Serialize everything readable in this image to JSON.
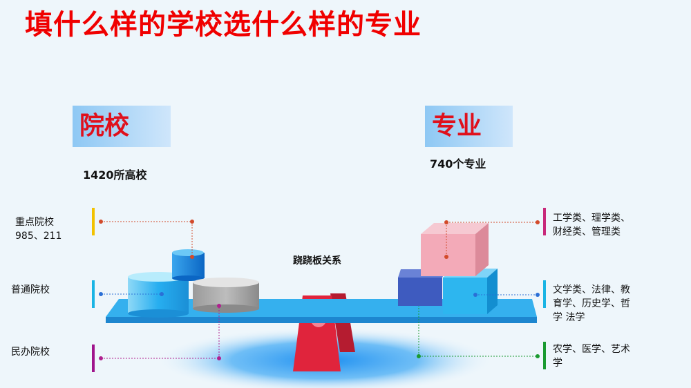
{
  "title": "填什么样的学校选什么样的专业",
  "left_panel": {
    "heading": "院校",
    "count": "1420所高校",
    "items": [
      {
        "line1": "重点院校",
        "line2": "985、211",
        "color": "#f2c200"
      },
      {
        "line1": "普通院校",
        "line2": "",
        "color": "#19b4e4"
      },
      {
        "line1": "民办院校",
        "line2": "",
        "color": "#a0148c"
      }
    ]
  },
  "right_panel": {
    "heading": "专业",
    "count": "740个专业",
    "items": [
      {
        "line1": "工学类、理学类、",
        "line2": "财经类、管理类",
        "line3": "",
        "color": "#c8287a"
      },
      {
        "line1": "文学类、法律、教",
        "line2": "育学、历史学、哲",
        "line3": "学 法学",
        "color": "#19b4e4"
      },
      {
        "line1": "农学、医学、艺术",
        "line2": "学",
        "line3": "",
        "color": "#1a9a30"
      }
    ]
  },
  "center_label": "跷跷板关系",
  "colors": {
    "title": "#f00000",
    "board": "#2fa8ea",
    "fulcrum": "#e0243c",
    "shadow": "#1f8fe0"
  }
}
